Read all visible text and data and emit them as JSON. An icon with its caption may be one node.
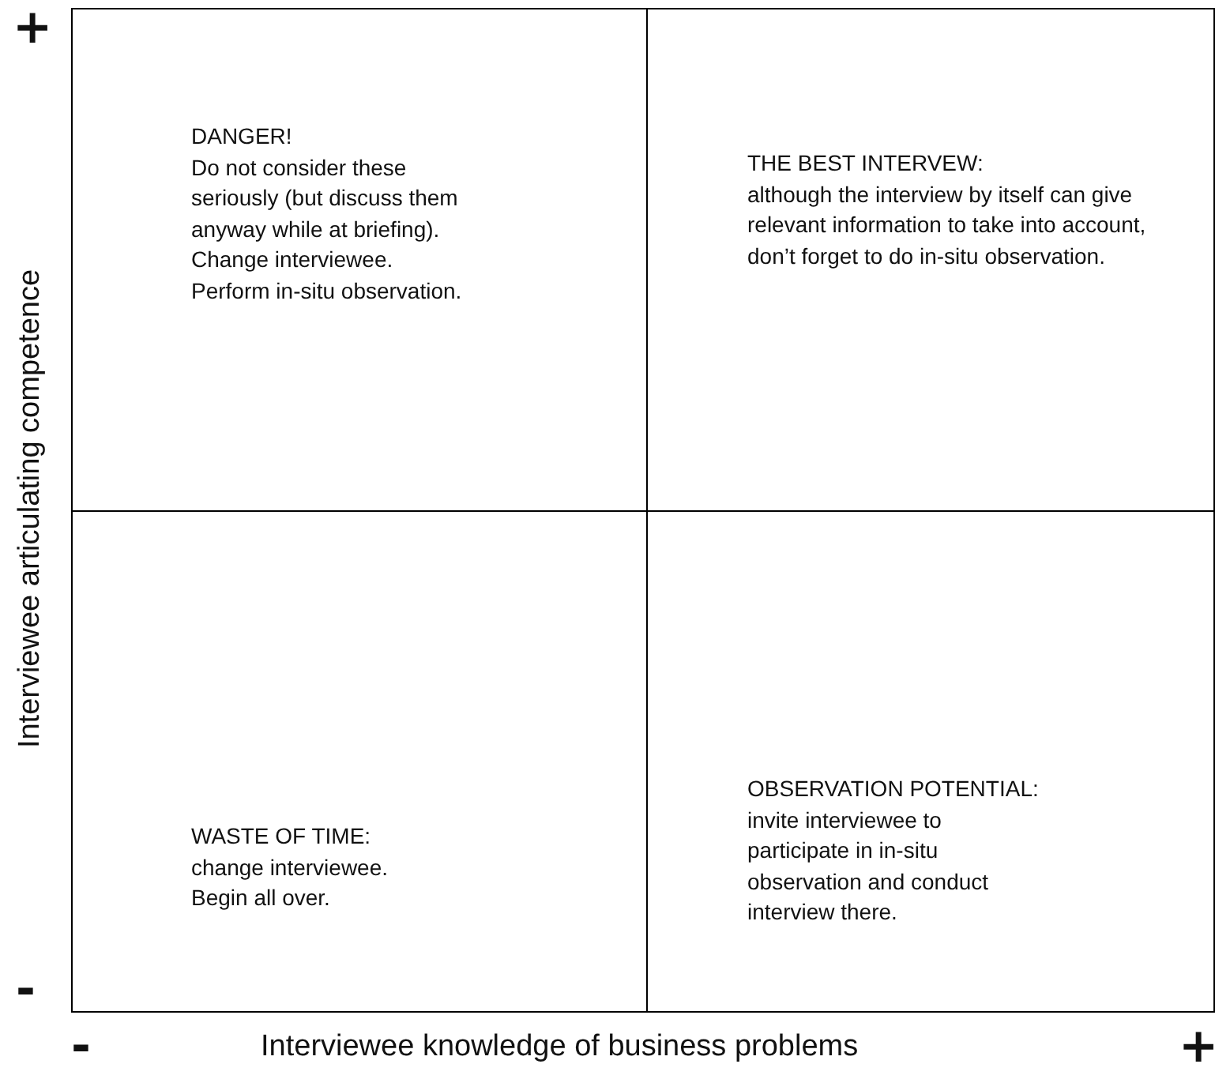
{
  "diagram": {
    "nodes": [
      {
        "text": [
          "DANGER!",
          "Do not consider these seriously (but discuss them anyway while at briefing).",
          "Change interviewee.",
          "Perform in-situ observation."
        ]
      },
      {
        "text": [
          "THE BEST INTERVEW:",
          "although the interview by itself can give relevant information to take into account, don’t forget to do in-situ observation."
        ]
      },
      {
        "text": [
          "WASTE OF TIME:",
          "change interviewee.",
          "Begin all over."
        ]
      },
      {
        "text": [
          "OBSERVATION POTENTIAL:",
          "invite interviewee to participate in in-situ observation and conduct interview there."
        ]
      }
    ],
    "labels": [
      "+",
      "Interviewee articulating competence",
      "-",
      "-",
      "Interviewee knowledge of business problems",
      "+"
    ]
  }
}
